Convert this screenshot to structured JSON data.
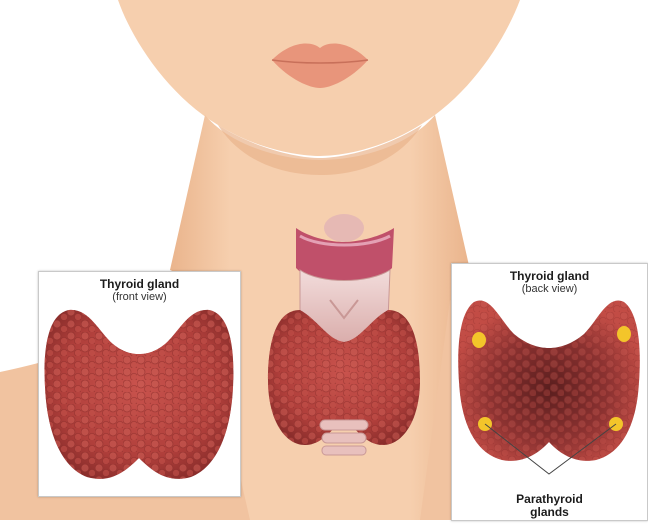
{
  "front_panel": {
    "title": "Thyroid gland",
    "subtitle": "(front view)"
  },
  "back_panel": {
    "title": "Thyroid gland",
    "subtitle": "(back view)"
  },
  "parathyroid_label": {
    "line1": "Parathyroid",
    "line2": "glands"
  },
  "colors": {
    "skin": "#f4c9a4",
    "skin_shadow": "#e8b58c",
    "lips": "#e8957b",
    "thyroid": "#b5423f",
    "thyroid_dark": "#7e2a2a",
    "cartilage": "#e8c6c4",
    "parathyroid": "#f3c52a"
  }
}
